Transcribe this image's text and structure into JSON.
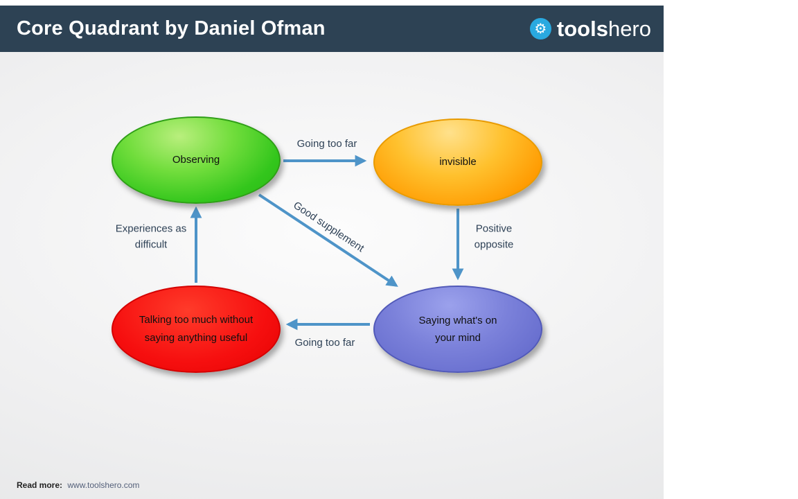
{
  "header": {
    "title": "Core Quadrant by Daniel Ofman",
    "logo": {
      "brand_bold": "tools",
      "brand_light": "hero",
      "icon": "gear-magnifier-icon",
      "icon_glyph": "⚙",
      "icon_color": "#29a9e0"
    },
    "background_color": "#2d4254"
  },
  "diagram": {
    "type": "core-quadrant",
    "arrow_color": "#4e94c8",
    "label_color": "#2e4156",
    "nodes": [
      {
        "id": "observing",
        "label": "Observing",
        "position": "top-left",
        "color": "#33c61c"
      },
      {
        "id": "invisible",
        "label": "invisible",
        "position": "top-right",
        "color": "#ff9a00"
      },
      {
        "id": "talking",
        "label": "Talking too much without saying anything useful",
        "position": "bottom-left",
        "color": "#f60f0f"
      },
      {
        "id": "saying",
        "label": "Saying what's on your mind",
        "position": "bottom-right",
        "color": "#6d74d2"
      }
    ],
    "edges": [
      {
        "from": "observing",
        "to": "invisible",
        "label": "Going too far"
      },
      {
        "from": "invisible",
        "to": "saying",
        "label": "Positive opposite"
      },
      {
        "from": "observing",
        "to": "saying",
        "label": "Good supplement"
      },
      {
        "from": "saying",
        "to": "talking",
        "label": "Going too far"
      },
      {
        "from": "talking",
        "to": "observing",
        "label": "Experiences as difficult"
      }
    ]
  },
  "footer": {
    "read_more_label": "Read more:",
    "link": "www.toolshero.com"
  }
}
